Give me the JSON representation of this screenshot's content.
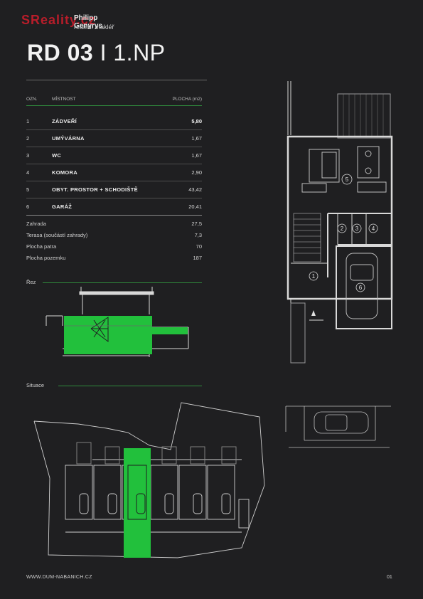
{
  "header": {
    "watermark": "SReality.cz",
    "agent_name": "Philipp Genyrys",
    "agent_role": "realitní makléř",
    "title_main": "RD 03",
    "title_sep": "I",
    "title_floor": "1.NP"
  },
  "rooms_table": {
    "col_ozn": "OZN.",
    "col_mistnost": "MÍSTNOST",
    "col_plocha": "PLOCHA (m2)",
    "rows": [
      {
        "n": "1",
        "name": "ZÁDVEŘÍ",
        "area": "5,80"
      },
      {
        "n": "2",
        "name": "UMÝVÁRNA",
        "area": "1,67"
      },
      {
        "n": "3",
        "name": "WC",
        "area": "1,67"
      },
      {
        "n": "4",
        "name": "KOMORA",
        "area": "2,90"
      },
      {
        "n": "5",
        "name": "OBYT. PROSTOR + SCHODIŠTĚ",
        "area": "43,42"
      },
      {
        "n": "6",
        "name": "GARÁŽ",
        "area": "20,41"
      }
    ],
    "extras": [
      {
        "label": "Zahrada",
        "value": "27,5"
      },
      {
        "label": "Terasa (součástí zahrady)",
        "value": "7,3"
      },
      {
        "label": "Plocha patra",
        "value": "70"
      },
      {
        "label": "Plocha pozemku",
        "value": "187"
      }
    ]
  },
  "sections": {
    "rez": "Řez",
    "situace": "Situace"
  },
  "plan_labels": [
    "1",
    "2",
    "3",
    "4",
    "5",
    "6"
  ],
  "footer": {
    "website": "WWW.DUM-NABANICH.CZ",
    "page": "01"
  },
  "colors": {
    "background": "#1f1f21",
    "accent_green": "#22c03c",
    "line_green": "#2f8a3c"
  }
}
